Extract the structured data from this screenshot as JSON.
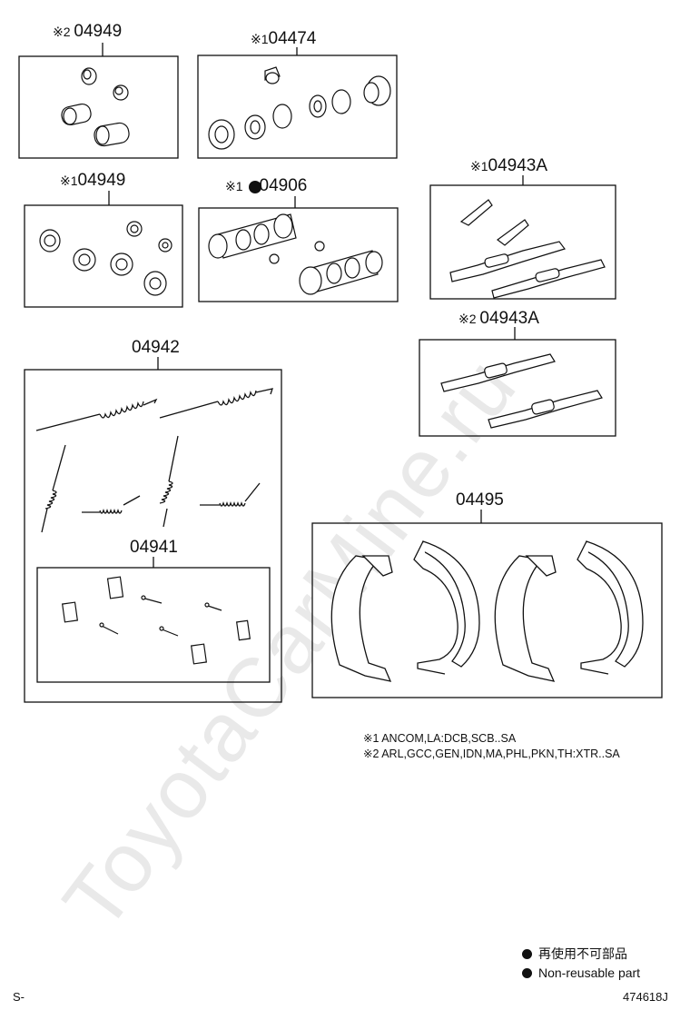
{
  "watermark": "ToyotaCarMine.ru",
  "labels": {
    "k04949_2": {
      "pre": "※2 ",
      "num": "04949"
    },
    "k04474": {
      "pre": "※1",
      "num": "04474"
    },
    "k04949_1": {
      "pre": "※1",
      "num": "04949"
    },
    "k04906": {
      "pre": "※1",
      "num": "04906"
    },
    "k04943A_1": {
      "pre": "※1",
      "num": "04943A"
    },
    "k04943A_2": {
      "pre": "※2 ",
      "num": "04943A"
    },
    "k04942": {
      "num": "04942"
    },
    "k04941": {
      "num": "04941"
    },
    "k04495": {
      "num": "04495"
    }
  },
  "notes": [
    "※1 ANCOM,LA:DCB,SCB..SA",
    "※2 ARL,GCC,GEN,IDN,MA,PHL,PKN,TH:XTR..SA"
  ],
  "legend": {
    "jp": "再使用不可部品",
    "en": "Non-reusable part"
  },
  "footer": {
    "left": "S-",
    "right": "474618J"
  }
}
